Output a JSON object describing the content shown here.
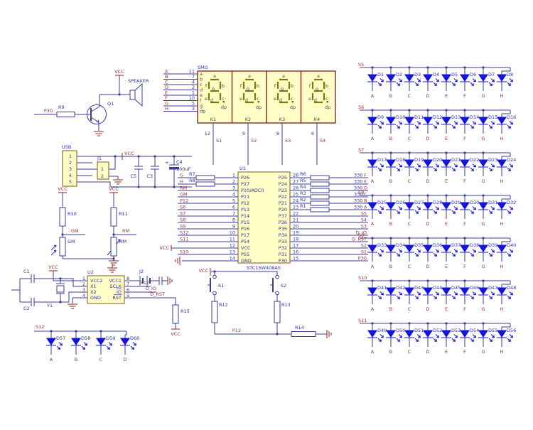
{
  "colors": {
    "bg": "#ffffff",
    "wire": "#3c3c9c",
    "red": "#a03232",
    "blue": "#2d2dbb",
    "navy": "#34349a",
    "dark": "#4a4a4a",
    "led": "#1414dd",
    "seg": "#8a7400",
    "box_fill": "#fefec6",
    "box_stroke": "#95753a",
    "smg_stroke": "#8c3a30",
    "sep": "#8c1f1f"
  },
  "speaker_circuit": {
    "input_net": "P30",
    "resistor": "R9",
    "transistor": "Q1",
    "power": "VCC",
    "speaker_label": "SPEAKER"
  },
  "smg": {
    "title": "SMG",
    "segment_letters": [
      "a",
      "b",
      "c",
      "d",
      "e",
      "f",
      "g",
      "dp"
    ],
    "inputs": [
      {
        "net": "A",
        "pin": "11",
        "seg": "a"
      },
      {
        "net": "B",
        "pin": "7",
        "seg": "b"
      },
      {
        "net": "C",
        "pin": "4",
        "seg": "c"
      },
      {
        "net": "D",
        "pin": "2",
        "seg": "d"
      },
      {
        "net": "E",
        "pin": "1",
        "seg": "e"
      },
      {
        "net": "F",
        "pin": "10",
        "seg": "f"
      },
      {
        "net": "G",
        "pin": "5",
        "seg": "g"
      },
      {
        "net": "H",
        "pin": "3",
        "seg": "dp"
      }
    ],
    "digits": [
      {
        "name": "K1",
        "pin": "12",
        "net": "S1"
      },
      {
        "name": "K2",
        "pin": "9",
        "net": "S2"
      },
      {
        "name": "K3",
        "pin": "8",
        "net": "S3"
      },
      {
        "name": "K4",
        "pin": "6",
        "net": "S4"
      }
    ]
  },
  "usb": {
    "title": "USB",
    "pins": [
      "1",
      "2",
      "3",
      "4",
      "5"
    ],
    "header": {
      "title": "J1",
      "pins": [
        "1",
        "2"
      ]
    },
    "power": "VCC",
    "cap1": "C5",
    "cap2": "C3",
    "cap3": {
      "name": "C4",
      "value": "100uF",
      "polarity": "+"
    }
  },
  "mcu": {
    "ref": "U1",
    "part": "STC15W408AS",
    "left_pins": [
      {
        "pin": "1",
        "name": "P26",
        "net": "G",
        "resistor": "R7"
      },
      {
        "pin": "2",
        "name": "P27",
        "net": "H",
        "resistor": "R8"
      },
      {
        "pin": "3",
        "name": "P10/ADC0",
        "net": "RM"
      },
      {
        "pin": "4",
        "name": "P11",
        "net": "GM"
      },
      {
        "pin": "5",
        "name": "P12",
        "net": "P12"
      },
      {
        "pin": "6",
        "name": "P13",
        "net": "S6"
      },
      {
        "pin": "7",
        "name": "P14",
        "net": "S7"
      },
      {
        "pin": "8",
        "name": "P15",
        "net": "S8"
      },
      {
        "pin": "9",
        "name": "P16",
        "net": "S9"
      },
      {
        "pin": "10",
        "name": "P17",
        "net": "S12"
      },
      {
        "pin": "11",
        "name": "P54",
        "net": "S11"
      },
      {
        "pin": "12",
        "name": "VCC",
        "net": "VCC"
      },
      {
        "pin": "13",
        "name": "P55",
        "net": "S10"
      },
      {
        "pin": "14",
        "name": "GND",
        "net": "GND"
      }
    ],
    "right_pins": [
      {
        "pin": "28",
        "name": "P25",
        "resistor": "R6",
        "value": "330",
        "net": "F"
      },
      {
        "pin": "27",
        "name": "P24",
        "resistor": "R5",
        "value": "330",
        "net": "E"
      },
      {
        "pin": "26",
        "name": "P23",
        "resistor": "R4",
        "value": "330",
        "net": "D"
      },
      {
        "pin": "25",
        "name": "P22",
        "resistor": "R3",
        "value": "330",
        "net": "C"
      },
      {
        "pin": "24",
        "name": "P21",
        "resistor": "R2",
        "value": "330",
        "net": "B"
      },
      {
        "pin": "23",
        "name": "P20",
        "resistor": "R1",
        "value": "330",
        "net": "A"
      },
      {
        "pin": "22",
        "name": "P37",
        "net": "S5"
      },
      {
        "pin": "21",
        "name": "P36",
        "net": "S4"
      },
      {
        "pin": "20",
        "name": "P35",
        "net": "S3"
      },
      {
        "pin": "19",
        "name": "P34",
        "net": "D_IO"
      },
      {
        "pin": "18",
        "name": "P33",
        "net": "D_RST"
      },
      {
        "pin": "17",
        "name": "P32",
        "net": "S2"
      },
      {
        "pin": "16",
        "name": "P31",
        "net": "S1"
      },
      {
        "pin": "15",
        "name": "P30",
        "net": "P30"
      }
    ]
  },
  "sensors": {
    "light": {
      "power": "VCC",
      "series_resistor": "R10",
      "net": "GM",
      "element": "GM"
    },
    "trimmer": {
      "power": "VCC",
      "series_resistor": "R11",
      "net": "RM",
      "element": "RM"
    }
  },
  "rtc": {
    "ref": "U2",
    "cap1": "C1",
    "cap2": "C2",
    "crystal": "Y1",
    "power": "VCC",
    "left_pins": [
      {
        "pin": "1",
        "name": "VCC2"
      },
      {
        "pin": "2",
        "name": "X1"
      },
      {
        "pin": "3",
        "name": "X2"
      },
      {
        "pin": "4",
        "name": "GND"
      }
    ],
    "right_pins": [
      {
        "pin": "8",
        "name": "VCC1"
      },
      {
        "pin": "7",
        "name": "SCLK",
        "net": "P12"
      },
      {
        "pin": "6",
        "name": "IO",
        "net": "D_IO",
        "overline": true
      },
      {
        "pin": "5",
        "name": "RST",
        "net": "D_RST",
        "overline": true
      }
    ],
    "battery": "J2",
    "pullup": "R15",
    "pullup_power": "VCC"
  },
  "keys": {
    "power": "VCC",
    "buttons": [
      "S1",
      "S2"
    ],
    "resistors": [
      "R12",
      "R13"
    ],
    "net": "P12",
    "series_resistor": "R14"
  },
  "led_matrix": {
    "letters": [
      "A",
      "B",
      "C",
      "D",
      "E",
      "F",
      "G",
      "H"
    ],
    "rows": [
      {
        "net": "S5",
        "diodes": [
          "D1",
          "D2",
          "D3",
          "D4",
          "D5",
          "D6",
          "D7",
          "D8"
        ]
      },
      {
        "net": "S6",
        "diodes": [
          "D9",
          "D10",
          "D11",
          "D12",
          "D13",
          "D14",
          "D15",
          "D16"
        ]
      },
      {
        "net": "S7",
        "diodes": [
          "D17",
          "D18",
          "D19",
          "D20",
          "D21",
          "D22",
          "D23",
          "D24"
        ]
      },
      {
        "net": "S8",
        "diodes": [
          "D25",
          "D26",
          "D27",
          "D28",
          "D29",
          "D30",
          "D31",
          "D32"
        ]
      },
      {
        "net": "S9",
        "diodes": [
          "D33",
          "D34",
          "D35",
          "D36",
          "D37",
          "D38",
          "D39",
          "D40"
        ]
      },
      {
        "net": "S10",
        "diodes": [
          "D41",
          "D42",
          "D43",
          "D44",
          "D45",
          "D46",
          "D47",
          "D48"
        ]
      },
      {
        "net": "S11",
        "diodes": [
          "D49",
          "D50",
          "D51",
          "D52",
          "D53",
          "D54",
          "D55",
          "D56"
        ]
      }
    ]
  },
  "led_row_bottom": {
    "net": "S12",
    "letters": [
      "A",
      "B",
      "C",
      "D"
    ],
    "diodes": [
      "D57",
      "D58",
      "D59",
      "D60"
    ]
  }
}
